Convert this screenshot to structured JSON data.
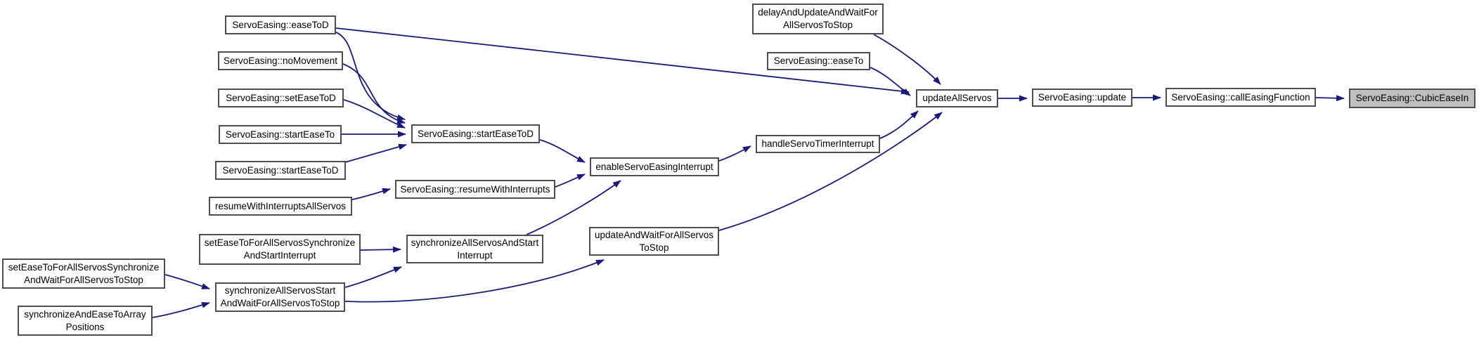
{
  "diagram_type": "call-graph",
  "colors": {
    "edge": "#1a1a78",
    "node_border": "#4d4d4d",
    "node_fill": "#ffffff",
    "highlight_fill": "#bfbfbf",
    "text": "#000000",
    "background": "#ffffff"
  },
  "nodes": [
    {
      "id": "easeToD",
      "label": "ServoEasing::easeToD",
      "highlighted": false
    },
    {
      "id": "noMovement",
      "label": "ServoEasing::noMovement",
      "highlighted": false
    },
    {
      "id": "setEaseToD",
      "label": "ServoEasing::setEaseToD",
      "highlighted": false
    },
    {
      "id": "startEaseTo",
      "label": "ServoEasing::startEaseTo",
      "highlighted": false
    },
    {
      "id": "startEaseToD2",
      "label": "ServoEasing::startEaseToD",
      "highlighted": false
    },
    {
      "id": "resumeAllServos",
      "label": "resumeWithInterruptsAllServos",
      "highlighted": false
    },
    {
      "id": "setEaseSyncStart",
      "label": "setEaseToForAllServosSynchronize\nAndStartInterrupt",
      "highlighted": false
    },
    {
      "id": "setEaseSyncWait",
      "label": "setEaseToForAllServosSynchronize\nAndWaitForAllServosToStop",
      "highlighted": false
    },
    {
      "id": "syncEaseArray",
      "label": "synchronizeAndEaseToArray\nPositions",
      "highlighted": false
    },
    {
      "id": "syncStartWait",
      "label": "synchronizeAllServosStart\nAndWaitForAllServosToStop",
      "highlighted": false
    },
    {
      "id": "startEaseToD",
      "label": "ServoEasing::startEaseToD",
      "highlighted": false
    },
    {
      "id": "resumeWith",
      "label": "ServoEasing::resumeWithInterrupts",
      "highlighted": false
    },
    {
      "id": "syncAndStart",
      "label": "synchronizeAllServosAndStart\nInterrupt",
      "highlighted": false
    },
    {
      "id": "updateAndWait",
      "label": "updateAndWaitForAllServos\nToStop",
      "highlighted": false
    },
    {
      "id": "enableInt",
      "label": "enableServoEasingInterrupt",
      "highlighted": false
    },
    {
      "id": "handleTimer",
      "label": "handleServoTimerInterrupt",
      "highlighted": false
    },
    {
      "id": "delayUpd",
      "label": "delayAndUpdateAndWaitFor\nAllServosToStop",
      "highlighted": false
    },
    {
      "id": "easeTo",
      "label": "ServoEasing::easeTo",
      "highlighted": false
    },
    {
      "id": "updateAll",
      "label": "updateAllServos",
      "highlighted": false
    },
    {
      "id": "update",
      "label": "ServoEasing::update",
      "highlighted": false
    },
    {
      "id": "callEasing",
      "label": "ServoEasing::callEasingFunction",
      "highlighted": false
    },
    {
      "id": "cubic",
      "label": "ServoEasing::CubicEaseIn",
      "highlighted": true
    }
  ],
  "edges": [
    {
      "from": "easeToD",
      "to": "startEaseToD"
    },
    {
      "from": "easeToD",
      "to": "updateAll"
    },
    {
      "from": "noMovement",
      "to": "startEaseToD"
    },
    {
      "from": "setEaseToD",
      "to": "startEaseToD"
    },
    {
      "from": "startEaseTo",
      "to": "startEaseToD"
    },
    {
      "from": "startEaseToD2",
      "to": "startEaseToD"
    },
    {
      "from": "startEaseToD",
      "to": "enableInt"
    },
    {
      "from": "resumeAllServos",
      "to": "resumeWith"
    },
    {
      "from": "resumeWith",
      "to": "enableInt"
    },
    {
      "from": "setEaseSyncStart",
      "to": "syncAndStart"
    },
    {
      "from": "syncAndStart",
      "to": "enableInt"
    },
    {
      "from": "enableInt",
      "to": "handleTimer"
    },
    {
      "from": "handleTimer",
      "to": "updateAll"
    },
    {
      "from": "setEaseSyncWait",
      "to": "syncStartWait"
    },
    {
      "from": "syncEaseArray",
      "to": "syncStartWait"
    },
    {
      "from": "syncStartWait",
      "to": "syncAndStart"
    },
    {
      "from": "syncStartWait",
      "to": "updateAndWait"
    },
    {
      "from": "updateAndWait",
      "to": "updateAll"
    },
    {
      "from": "delayUpd",
      "to": "updateAll"
    },
    {
      "from": "easeTo",
      "to": "updateAll"
    },
    {
      "from": "updateAll",
      "to": "update"
    },
    {
      "from": "update",
      "to": "callEasing"
    },
    {
      "from": "callEasing",
      "to": "cubic"
    }
  ]
}
